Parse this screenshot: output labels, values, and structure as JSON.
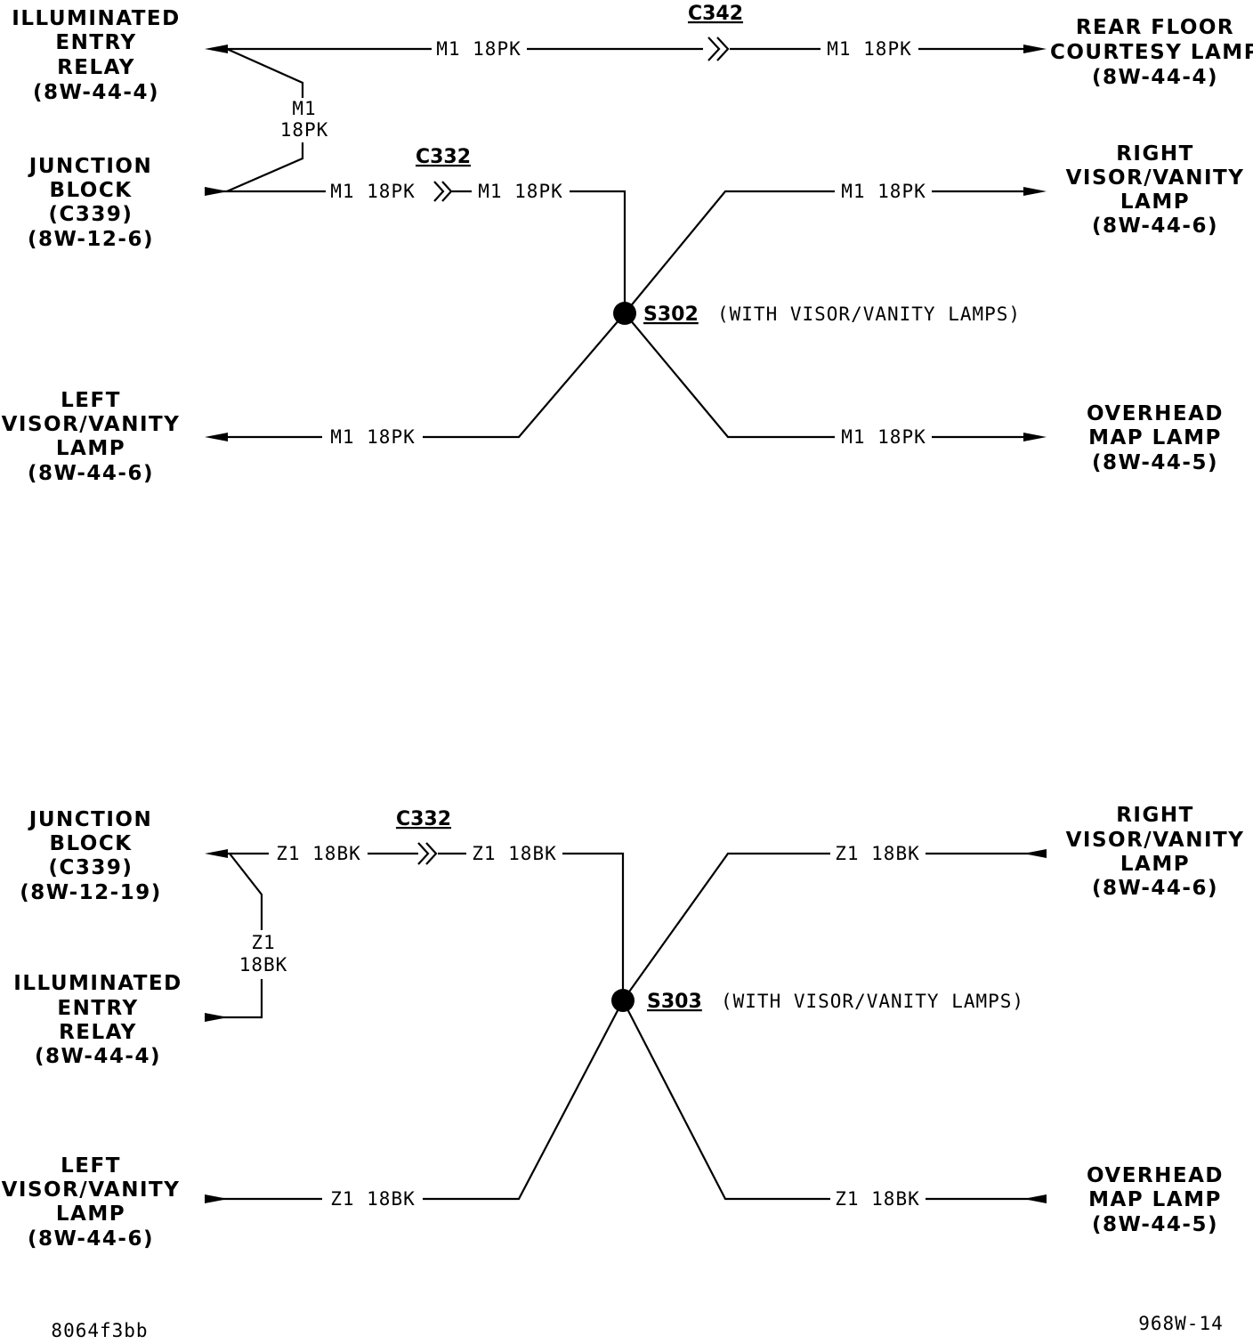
{
  "top": {
    "components": {
      "illuminated_entry_relay": [
        "ILLUMINATED",
        "ENTRY",
        "RELAY",
        "(8W-44-4)"
      ],
      "rear_floor_courtesy_lamp": [
        "REAR FLOOR",
        "COURTESY LAMP",
        "(8W-44-4)"
      ],
      "junction_block": [
        "JUNCTION",
        "BLOCK",
        "(C339)",
        "(8W-12-6)"
      ],
      "right_visor_vanity_lamp": [
        "RIGHT",
        "VISOR/VANITY",
        "LAMP",
        "(8W-44-6)"
      ],
      "left_visor_vanity_lamp": [
        "LEFT",
        "VISOR/VANITY",
        "LAMP",
        "(8W-44-6)"
      ],
      "overhead_map_lamp": [
        "OVERHEAD",
        "MAP LAMP",
        "(8W-44-5)"
      ]
    },
    "connectors": {
      "c342": "C342",
      "c332": "C332"
    },
    "splice": {
      "name": "S302",
      "note": "(WITH VISOR/VANITY LAMPS)"
    },
    "wires": {
      "relay_to_c342": "M1 18PK",
      "c342_to_rear": "M1 18PK",
      "jumper_circuit": "M1",
      "jumper_gauge": "18PK",
      "jb_to_c332": "M1 18PK",
      "c332_to_splice": "M1 18PK",
      "splice_to_right_visor": "M1 18PK",
      "splice_to_left_visor": "M1 18PK",
      "splice_to_overhead": "M1 18PK"
    }
  },
  "bottom": {
    "components": {
      "junction_block": [
        "JUNCTION",
        "BLOCK",
        "(C339)",
        "(8W-12-19)"
      ],
      "illuminated_entry_relay": [
        "ILLUMINATED",
        "ENTRY",
        "RELAY",
        "(8W-44-4)"
      ],
      "right_visor_vanity_lamp": [
        "RIGHT",
        "VISOR/VANITY",
        "LAMP",
        "(8W-44-6)"
      ],
      "left_visor_vanity_lamp": [
        "LEFT",
        "VISOR/VANITY",
        "LAMP",
        "(8W-44-6)"
      ],
      "overhead_map_lamp": [
        "OVERHEAD",
        "MAP LAMP",
        "(8W-44-5)"
      ]
    },
    "connectors": {
      "c332": "C332"
    },
    "splice": {
      "name": "S303",
      "note": "(WITH VISOR/VANITY LAMPS)"
    },
    "wires": {
      "jb_to_c332": "Z1 18BK",
      "c332_to_splice": "Z1 18BK",
      "jumper_circuit": "Z1",
      "jumper_gauge": "18BK",
      "splice_to_right_visor": "Z1 18BK",
      "splice_to_left_visor": "Z1 18BK",
      "splice_to_overhead": "Z1 18BK"
    }
  },
  "footer": {
    "image_code": "8064f3bb",
    "page_ref": "968W-14"
  }
}
